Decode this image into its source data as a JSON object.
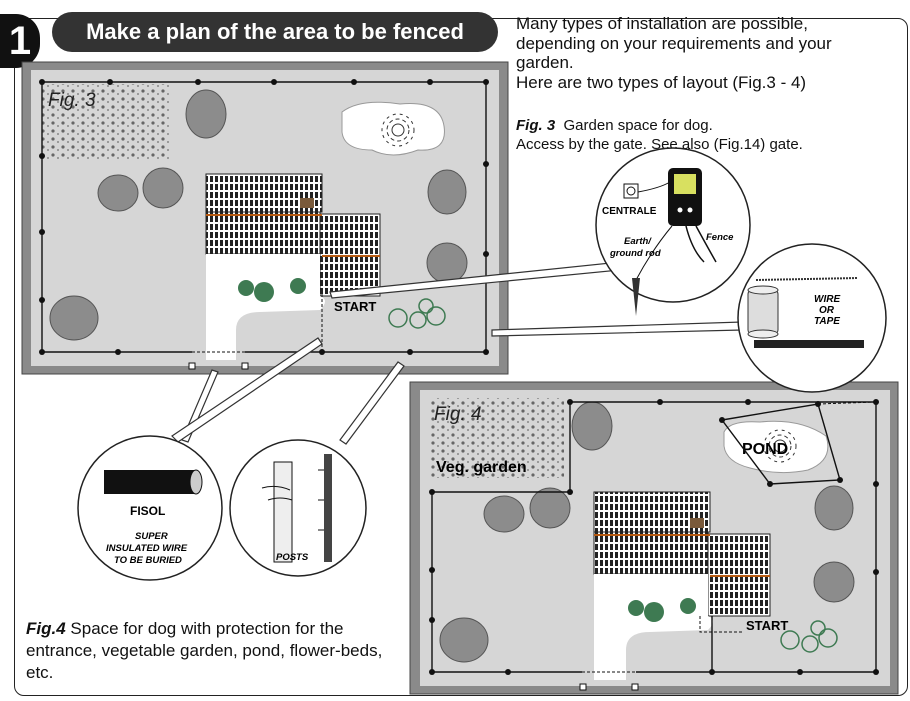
{
  "header": {
    "step_number": "1",
    "title": "Make a plan of the area to be fenced"
  },
  "intro": {
    "line1": "Many types of installation are possible,",
    "line2": "depending on your requirements and your",
    "line3": "garden.",
    "line4": "Here are two types of layout (Fig.3 - 4)"
  },
  "fig3": {
    "label": "Fig. 3",
    "caption_bold": "Fig. 3",
    "caption_line1": "Garden space for dog.",
    "caption_line2": "Access by the gate. See also (Fig.14) gate.",
    "start_label": "START"
  },
  "fig4": {
    "label": "Fig. 4",
    "veg_label": "Veg. garden",
    "pond_label": "POND",
    "start_label": "START",
    "caption_bold": "Fig.4",
    "caption_text": "Space for dog with protection for the entrance, vegetable garden, pond, flower-beds, etc."
  },
  "callouts": {
    "centrale": "CENTRALE",
    "earth_line1": "Earth/",
    "earth_line2": "ground rod",
    "fence": "Fence",
    "wire_line1": "WIRE",
    "wire_line2": "OR",
    "wire_line3": "TAPE",
    "fisol": "FISOL",
    "fisol_desc1": "SUPER",
    "fisol_desc2": "INSULATED WIRE",
    "fisol_desc3": "TO BE BURIED",
    "posts": "POSTS"
  },
  "colors": {
    "garden_bg": "#d6d6d6",
    "frame": "#8a8a8a",
    "bush": "#8c8c8c",
    "shrub": "#3e7a52",
    "roof": "#222222",
    "banner": "#333333"
  }
}
